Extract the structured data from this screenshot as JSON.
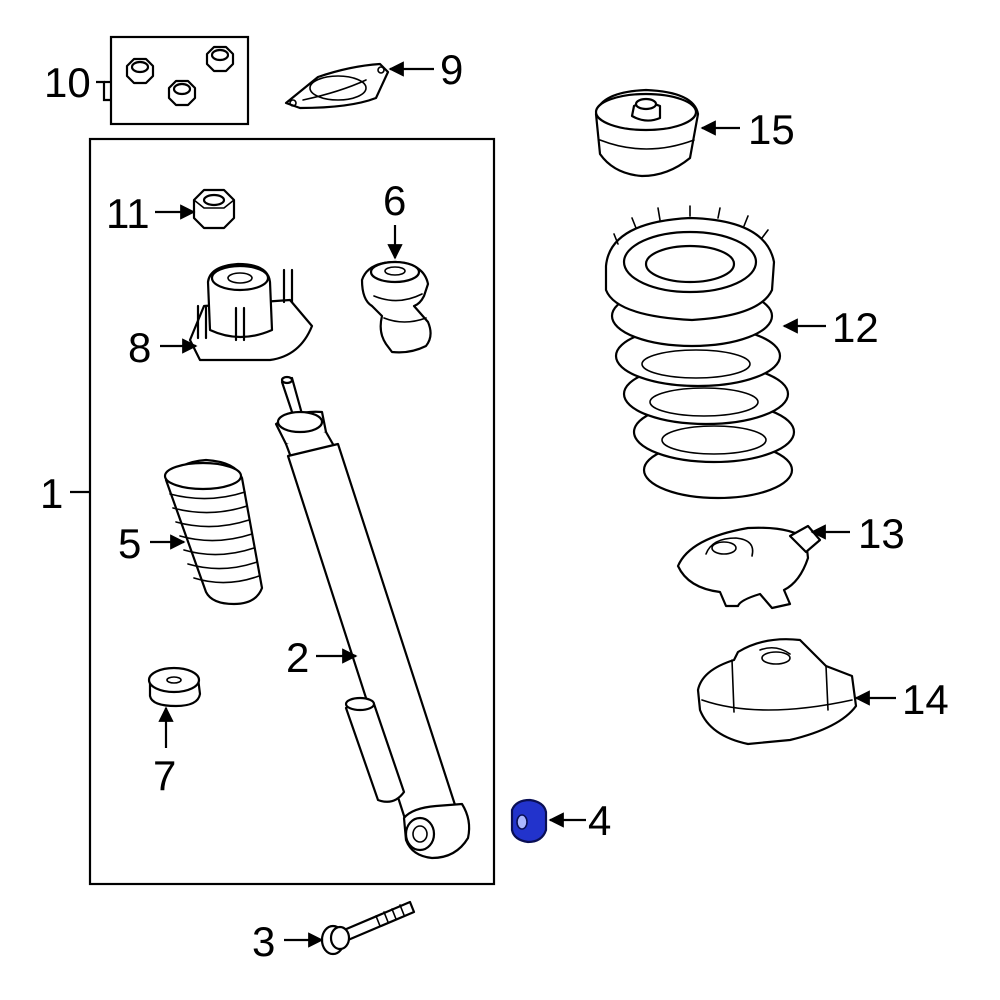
{
  "callouts": {
    "c1": "1",
    "c2": "2",
    "c3": "3",
    "c4": "4",
    "c5": "5",
    "c6": "6",
    "c7": "7",
    "c8": "8",
    "c9": "9",
    "c10": "10",
    "c11": "11",
    "c12": "12",
    "c13": "13",
    "c14": "14",
    "c15": "15"
  },
  "colors": {
    "line": "#000000",
    "background": "#ffffff",
    "highlight_part": "#2233cc"
  },
  "highlighted_callout": "4"
}
